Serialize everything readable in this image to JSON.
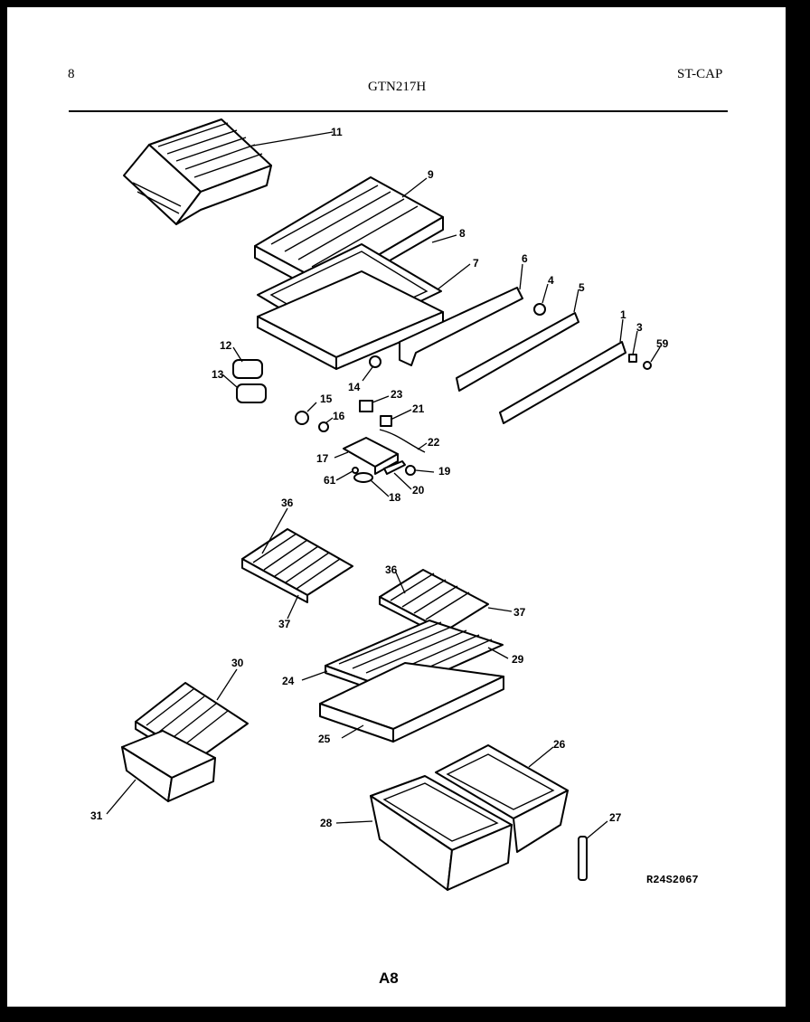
{
  "header": {
    "page_number": "8",
    "model": "GTN217H",
    "code": "ST-CAP"
  },
  "footer": {
    "drawing_ref": "R24S2067",
    "page_label": "A8"
  },
  "callouts": [
    "11",
    "9",
    "8",
    "7",
    "6",
    "4",
    "5",
    "1",
    "3",
    "59",
    "12",
    "13",
    "14",
    "23",
    "15",
    "16",
    "21",
    "22",
    "17",
    "19",
    "61",
    "18",
    "20",
    "36",
    "37",
    "36",
    "37",
    "29",
    "24",
    "25",
    "30",
    "26",
    "31",
    "28",
    "27"
  ]
}
